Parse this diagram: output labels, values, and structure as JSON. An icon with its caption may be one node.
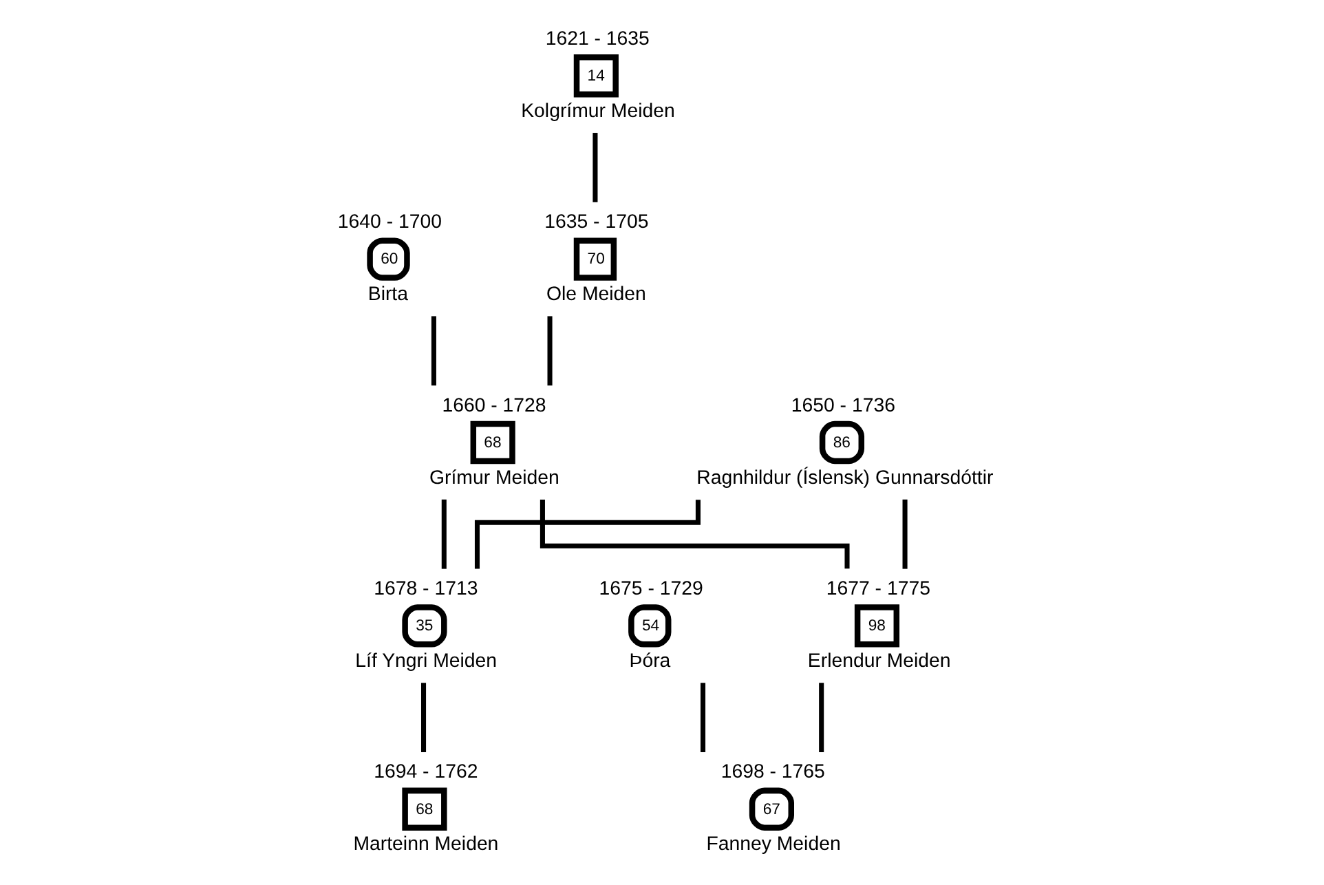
{
  "diagram": {
    "nodes": [
      {
        "text": [
          "1621 - 1635",
          "14",
          "Kolgrímur Meiden"
        ]
      },
      {
        "text": [
          "1640 - 1700",
          "60",
          "Birta"
        ]
      },
      {
        "text": [
          "1635 - 1705",
          "70",
          "Ole Meiden"
        ]
      },
      {
        "text": [
          "1660 - 1728",
          "68",
          "Grímur Meiden"
        ]
      },
      {
        "text": [
          "1650 - 1736",
          "86",
          "Ragnhildur (Íslensk) Gunnarsdóttir"
        ]
      },
      {
        "text": [
          "1675 - 1729",
          "54",
          "Þóra"
        ]
      },
      {
        "text": [
          "1677 - 1775",
          "98",
          "Erlendur Meiden"
        ]
      },
      {
        "text": [
          "1678 - 1713",
          "35",
          "Líf Yngri Meiden"
        ]
      },
      {
        "text": [
          "1698 - 1765",
          "67",
          "Fanney Meiden"
        ]
      },
      {
        "text": [
          "1694 - 1762",
          "68",
          "Marteinn Meiden"
        ]
      }
    ],
    "edges": [
      {
        "from": 0,
        "to": 2,
        "arrow": "none"
      },
      {
        "from": 1,
        "to": 3,
        "arrow": "none"
      },
      {
        "from": 2,
        "to": 3,
        "arrow": "none"
      },
      {
        "from": 3,
        "to": 6,
        "arrow": "none"
      },
      {
        "from": 4,
        "to": 6,
        "arrow": "none"
      },
      {
        "from": 3,
        "to": 7,
        "arrow": "none"
      },
      {
        "from": 4,
        "to": 7,
        "arrow": "none"
      },
      {
        "from": 5,
        "to": 8,
        "arrow": "none"
      },
      {
        "from": 6,
        "to": 8,
        "arrow": "none"
      },
      {
        "from": 7,
        "to": 9,
        "arrow": "none"
      }
    ]
  }
}
